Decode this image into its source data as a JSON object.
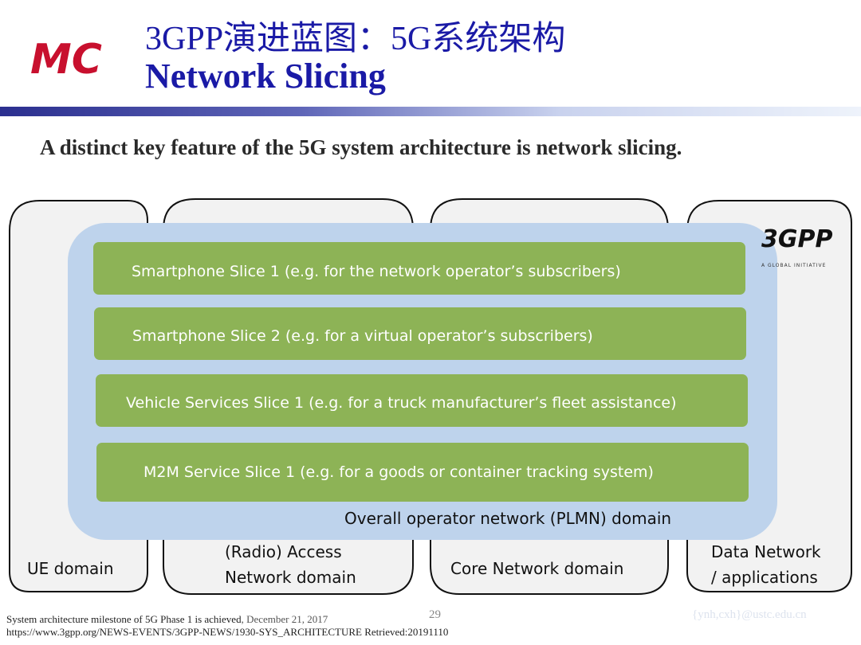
{
  "header": {
    "logo_text": "MC",
    "title_line1": "3GPP演进蓝图：5G系统架构",
    "title_line2": "Network Slicing"
  },
  "intro": "A distinct key feature of the 5G system architecture is network slicing.",
  "diagram": {
    "logo_3gpp": "3GPP",
    "logo_tagline": "A GLOBAL INITIATIVE",
    "slices": [
      "Smartphone Slice 1 (e.g. for the network operator’s subscribers)",
      "Smartphone Slice 2 (e.g. for a virtual operator’s subscribers)",
      "Vehicle Services Slice 1 (e.g. for a truck manufacturer’s fleet assistance)",
      "M2M Service Slice 1 (e.g. for a goods or container tracking system)"
    ],
    "plmn_label": "Overall operator network (PLMN) domain",
    "domains": {
      "ue": "UE domain",
      "ran_line1": "(Radio) Access",
      "ran_line2": "Network domain",
      "core": "Core Network domain",
      "dn_line1": "Data Network",
      "dn_line2": "/ applications"
    },
    "colors": {
      "slice_green": "#8db356",
      "plmn_blue": "#bed3ec",
      "domain_gray": "#f2f2f2",
      "domain_border": "#111111"
    }
  },
  "footer": {
    "citation": "System architecture milestone of 5G Phase 1 is achieved",
    "date": ", December 21, 2017",
    "url_line": "https://www.3gpp.org/NEWS-EVENTS/3GPP-NEWS/1930-SYS_ARCHITECTURE  Retrieved:20191110",
    "page_number": "29",
    "author": "{ynh,cxh}@ustc.edu.cn"
  }
}
